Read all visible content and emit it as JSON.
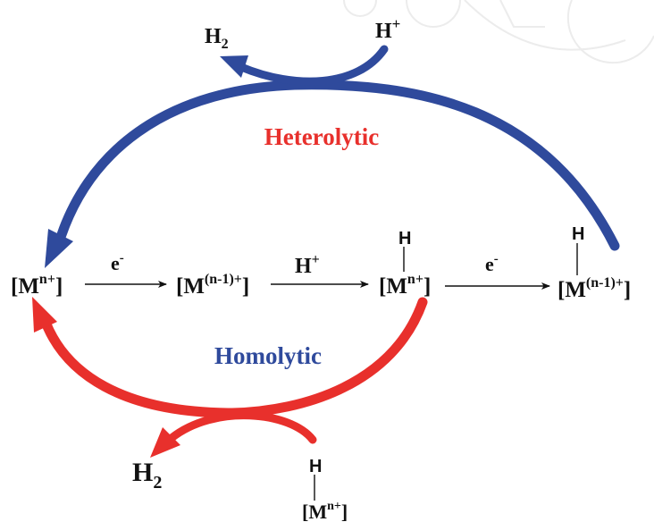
{
  "colors": {
    "heterolytic_path": "#2f4a9c",
    "homolytic_path": "#e8302c",
    "heterolytic_label": "#e8302c",
    "homolytic_label": "#2f4a9c",
    "text": "#111111",
    "watermark": "#ececec"
  },
  "labels": {
    "heterolytic": "Heterolytic",
    "homolytic": "Homolytic"
  },
  "top": {
    "h2_base": "H",
    "h2_sub": "2",
    "hplus_base": "H",
    "hplus_sup": "+"
  },
  "bottom": {
    "h2_base": "H",
    "h2_sub": "2",
    "complex_h": "H",
    "complex_base": "[M",
    "complex_sup": "n+",
    "complex_close": "]"
  },
  "row": {
    "s1_base": "[M",
    "s1_sup": "n+",
    "s1_close": "]",
    "s2_base": "[M",
    "s2_sup": "(n-1)+",
    "s2_close": "]",
    "s3_h": "H",
    "s3_base": "[M",
    "s3_sup": "n+",
    "s3_close": "]",
    "s4_h": "H",
    "s4_base": "[M",
    "s4_sup": "(n-1)+",
    "s4_close": "]",
    "a1_base": "e",
    "a1_sup": "-",
    "a2_base": "H",
    "a2_sup": "+",
    "a3_base": "e",
    "a3_sup": "-"
  }
}
